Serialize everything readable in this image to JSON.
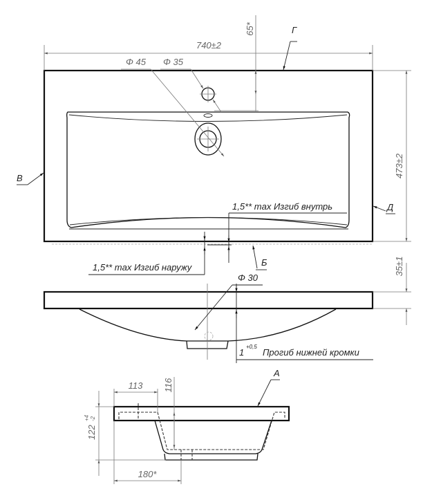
{
  "top_view": {
    "width_dim": "740±2",
    "overflow_offset_dim": "65*",
    "drain_dia": "Φ 45",
    "overflow_dia": "Φ 35",
    "depth_dim": "473±2",
    "label_g": "Г",
    "label_v": "В",
    "label_d": "Д",
    "label_b": "Б",
    "bend_inward": "1,5** max Изгиб внутрь",
    "bend_outward": "1,5** max Изгиб наружу"
  },
  "side_view": {
    "thickness_dim": "35±1",
    "hole_dia": "Φ 30",
    "deflection_value": "1",
    "deflection_tol": "+0,5",
    "deflection_text": "Прогиб нижней кромки"
  },
  "section_view": {
    "label_a": "А",
    "dim_113": "113",
    "dim_116": "116",
    "dim_height": "122",
    "dim_height_tol_upper": "+4",
    "dim_height_tol_lower": "-2",
    "dim_180": "180*"
  }
}
